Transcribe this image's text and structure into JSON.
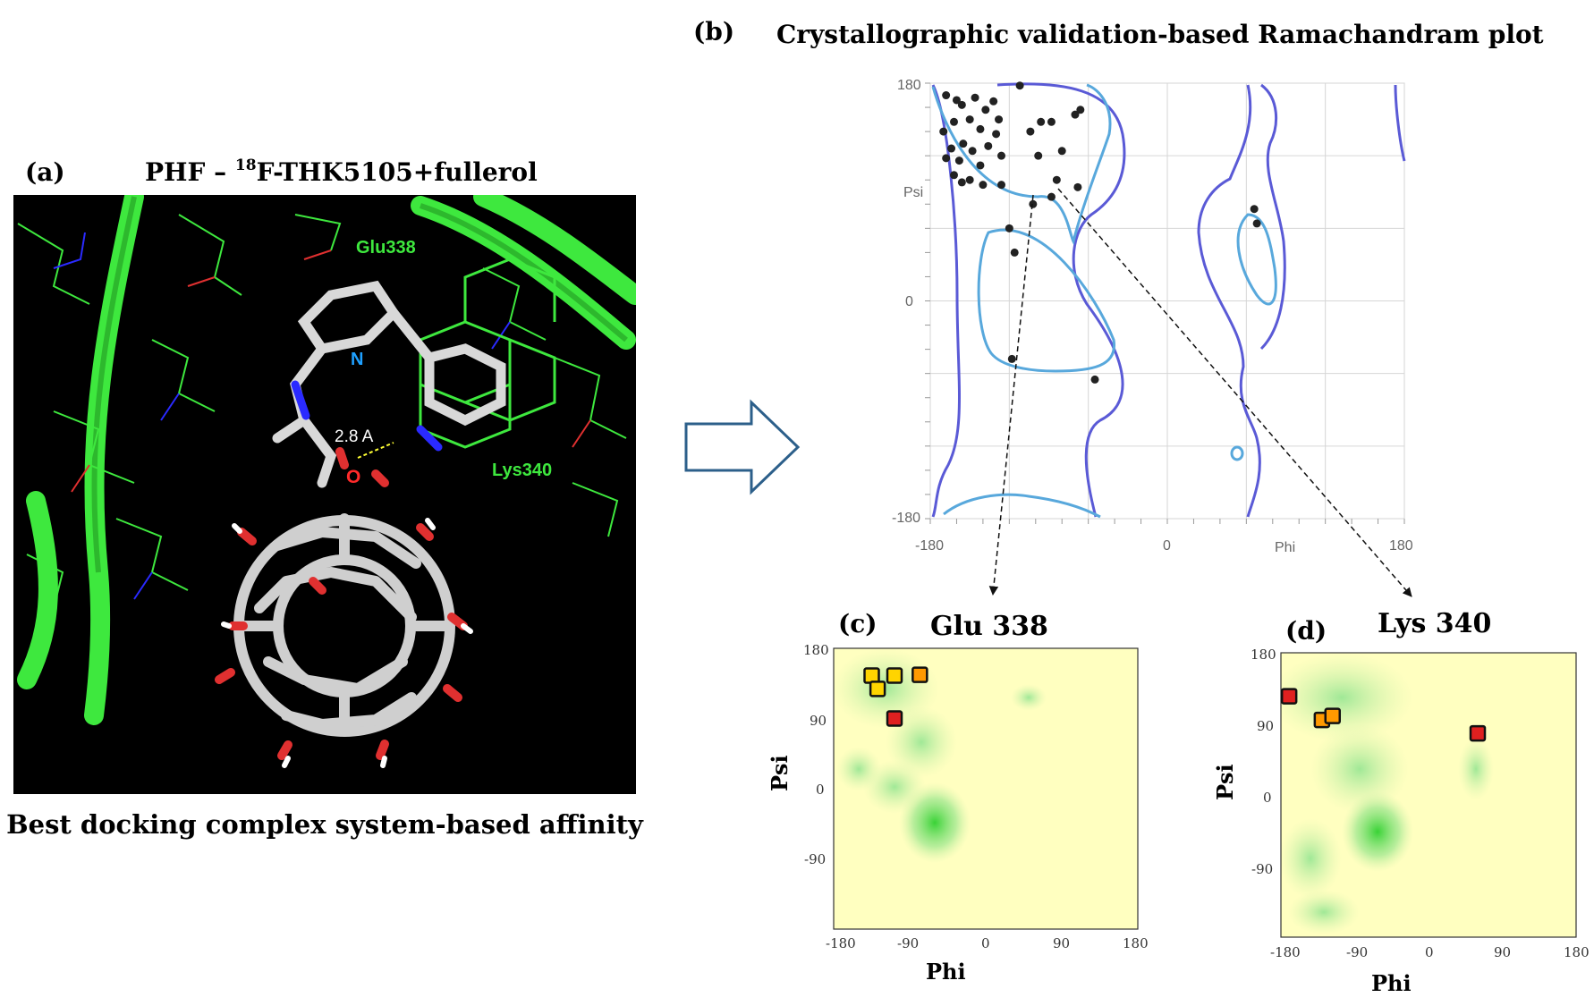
{
  "panel_a": {
    "label": "(a)",
    "title_prefix": "PHF – ",
    "title_superscript": "18",
    "title_suffix": "F-THK5105+fullerol",
    "caption": "Best docking complex system-based affinity",
    "labels": {
      "glu": "Glu338",
      "lys": "Lys340",
      "n": "N",
      "o": "O",
      "distance": "2.8 A"
    }
  },
  "panel_b": {
    "label": "(b)",
    "title": "Crystallographic validation-based Ramachandram plot",
    "axis_labels": {
      "x": "Phi",
      "y": "Psi"
    },
    "ticks": {
      "x": [
        "-180",
        "0",
        "180"
      ],
      "y": [
        "180",
        "0",
        "-180"
      ]
    }
  },
  "panel_c": {
    "label": "(c)",
    "title": "Glu 338",
    "xlabel": "Phi",
    "ylabel": "Psi",
    "ticks": [
      "-180",
      "-90",
      "0",
      "90",
      "180"
    ],
    "yticks": [
      "180",
      "90",
      "0",
      "-90"
    ]
  },
  "panel_d": {
    "label": "(d)",
    "title": "Lys 340",
    "xlabel": "Phi",
    "ylabel": "Psi",
    "ticks": [
      "-180",
      "-90",
      "0",
      "90",
      "180"
    ],
    "yticks": [
      "180",
      "90",
      "0",
      "-90"
    ]
  },
  "colors": {
    "contour_dark": "#5a5ad6",
    "contour_light": "#58a8dc",
    "plot_bg": "#ffffc0",
    "favored_green": "#39d439",
    "square_yellow": "#ffd400",
    "square_orange": "#ff9900",
    "square_red": "#e02020",
    "molecule_green": "#3ee83e",
    "fullerol_gray": "#cfcfcf",
    "oxygen_red": "#e03030",
    "nitrogen_blue": "#2a2aff"
  },
  "chart_data": [
    {
      "type": "scatter",
      "title": "Crystallographic validation-based Ramachandram plot",
      "xlabel": "Phi",
      "ylabel": "Psi",
      "xlim": [
        -180,
        180
      ],
      "ylim": [
        -180,
        180
      ],
      "points": [
        [
          -168,
          170
        ],
        [
          -160,
          166
        ],
        [
          -156,
          162
        ],
        [
          -146,
          168
        ],
        [
          -138,
          158
        ],
        [
          -132,
          165
        ],
        [
          -150,
          150
        ],
        [
          -162,
          148
        ],
        [
          -170,
          140
        ],
        [
          -142,
          142
        ],
        [
          -128,
          150
        ],
        [
          -130,
          138
        ],
        [
          -155,
          130
        ],
        [
          -164,
          126
        ],
        [
          -148,
          124
        ],
        [
          -136,
          128
        ],
        [
          -168,
          118
        ],
        [
          -158,
          116
        ],
        [
          -142,
          112
        ],
        [
          -126,
          120
        ],
        [
          -162,
          104
        ],
        [
          -150,
          100
        ],
        [
          -140,
          96
        ],
        [
          -126,
          96
        ],
        [
          -156,
          98
        ],
        [
          -112,
          178
        ],
        [
          -104,
          140
        ],
        [
          -96,
          148
        ],
        [
          -88,
          148
        ],
        [
          -98,
          120
        ],
        [
          -80,
          124
        ],
        [
          -70,
          154
        ],
        [
          -66,
          158
        ],
        [
          -102,
          80
        ],
        [
          -88,
          86
        ],
        [
          -84,
          100
        ],
        [
          -68,
          94
        ],
        [
          -120,
          60
        ],
        [
          -116,
          40
        ],
        [
          -118,
          -48
        ],
        [
          -55,
          -65
        ],
        [
          66,
          76
        ],
        [
          68,
          64
        ]
      ]
    },
    {
      "type": "scatter",
      "title": "Glu 338",
      "xlabel": "Phi",
      "ylabel": "Psi",
      "xlim": [
        -180,
        180
      ],
      "ylim": [
        -180,
        180
      ],
      "points": [
        {
          "x": -135,
          "y": 145,
          "status": "yellow"
        },
        {
          "x": -128,
          "y": 128,
          "status": "yellow"
        },
        {
          "x": -108,
          "y": 145,
          "status": "yellow"
        },
        {
          "x": -78,
          "y": 146,
          "status": "orange"
        },
        {
          "x": -108,
          "y": 90,
          "status": "red"
        }
      ]
    },
    {
      "type": "scatter",
      "title": "Lys 340",
      "xlabel": "Phi",
      "ylabel": "Psi",
      "xlim": [
        -180,
        180
      ],
      "ylim": [
        -180,
        180
      ],
      "points": [
        {
          "x": -170,
          "y": 125,
          "status": "red"
        },
        {
          "x": -130,
          "y": 95,
          "status": "orange"
        },
        {
          "x": -117,
          "y": 100,
          "status": "orange"
        },
        {
          "x": 60,
          "y": 78,
          "status": "red"
        }
      ]
    }
  ]
}
